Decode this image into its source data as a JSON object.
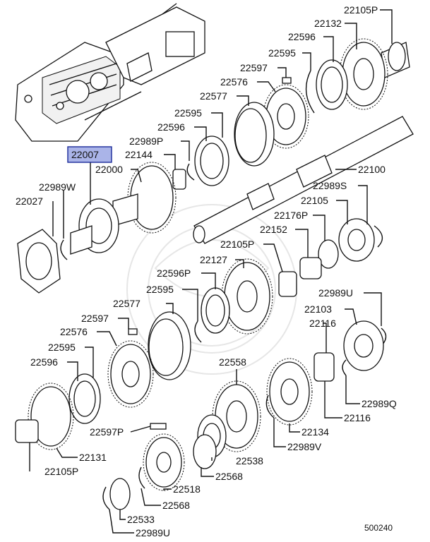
{
  "diagram": {
    "reference_number": "500240",
    "selected_part": "22007",
    "labels": {
      "p22105P_top": "22105P",
      "p22132": "22132",
      "p22596_top": "22596",
      "p22595_top": "22595",
      "p22597_top": "22597",
      "p22576_top": "22576",
      "p22577_top": "22577",
      "p22595_mid": "22595",
      "p22596_mid": "22596",
      "p22989P": "22989P",
      "p22007": "22007",
      "p22144": "22144",
      "p22000": "22000",
      "p22100": "22100",
      "p22989W": "22989W",
      "p22027": "22027",
      "p22989S": "22989S",
      "p22105_r": "22105",
      "p22176P": "22176P",
      "p22152": "22152",
      "p22105P_mid": "22105P",
      "p22127": "22127",
      "p22596P": "22596P",
      "p22595_low": "22595",
      "p22989U": "22989U",
      "p22577_low": "22577",
      "p22103": "22103",
      "p22597_low": "22597",
      "p22116_a": "22116",
      "p22576_low": "22576",
      "p22595_low2": "22595",
      "p22596_low": "22596",
      "p22558": "22558",
      "p22989Q": "22989Q",
      "p22116_b": "22116",
      "p22597P": "22597P",
      "p22134": "22134",
      "p22131": "22131",
      "p22989V": "22989V",
      "p22538": "22538",
      "p22105P_low": "22105P",
      "p22568_a": "22568",
      "p22518": "22518",
      "p22568_b": "22568",
      "p22533": "22533",
      "p22989U_low": "22989U"
    }
  }
}
